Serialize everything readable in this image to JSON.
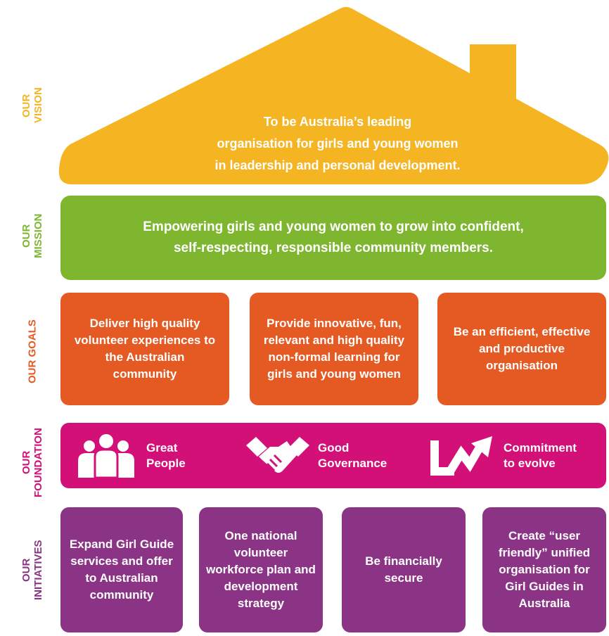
{
  "colors": {
    "vision": "#f5b523",
    "mission": "#7eb62f",
    "goals": "#e55a22",
    "foundation": "#d30f78",
    "initiatives": "#8b3486"
  },
  "labels": {
    "vision": "OUR\nVISION",
    "mission": "OUR\nMISSION",
    "goals": "OUR GOALS",
    "foundation": "OUR\nFOUNDATION",
    "initiatives": "OUR\nINITIATIVES"
  },
  "vision": {
    "line1": "To be Australia’s leading",
    "line2": "organisation for girls and young women",
    "line3": "in leadership and personal development."
  },
  "mission": {
    "line1": "Empowering girls and young women to grow into confident,",
    "line2": "self-respecting, responsible community members."
  },
  "goals": [
    {
      "text": "Deliver high quality volunteer experiences to the Australian community"
    },
    {
      "text": "Provide innovative, fun, relevant and high quality non-formal learning for girls and young women"
    },
    {
      "text": "Be an efficient, effective and productive organisation"
    }
  ],
  "foundation": [
    {
      "icon": "people-icon",
      "line1": "Great",
      "line2": "People"
    },
    {
      "icon": "handshake-icon",
      "line1": "Good",
      "line2": "Governance"
    },
    {
      "icon": "growth-arrow-icon",
      "line1": "Commitment",
      "line2": "to evolve"
    }
  ],
  "initiatives": [
    {
      "text": "Expand Girl Guide services and offer to Australian community"
    },
    {
      "text": "One national volunteer workforce plan and development strategy"
    },
    {
      "text": "Be financially secure"
    },
    {
      "text": "Create “user friendly” unified organisation for Girl Guides in Australia"
    }
  ]
}
